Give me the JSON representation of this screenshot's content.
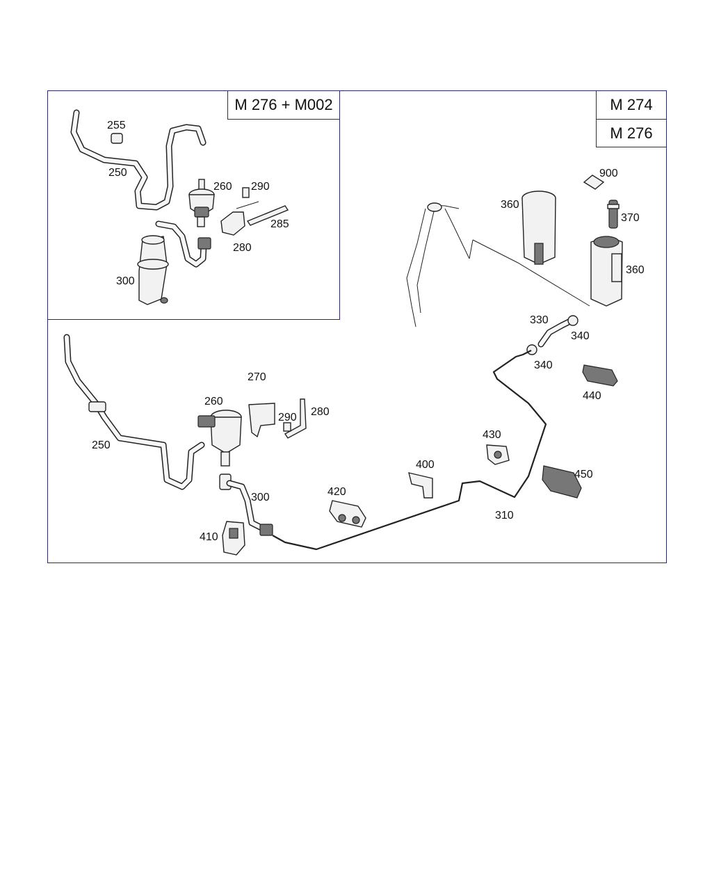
{
  "inset": {
    "variant_label": "M 276 + M002"
  },
  "variants": [
    "M 274",
    "M 276"
  ],
  "callouts": {
    "inset_255": "255",
    "inset_250": "250",
    "inset_260": "260",
    "inset_290": "290",
    "inset_285": "285",
    "inset_280": "280",
    "inset_300": "300",
    "main_900": "900",
    "main_360_top": "360",
    "main_370": "370",
    "main_360_right": "360",
    "main_330": "330",
    "main_340_a": "340",
    "main_340_b": "340",
    "main_440": "440",
    "main_270": "270",
    "main_260": "260",
    "main_280": "280",
    "main_290": "290",
    "main_250": "250",
    "main_430": "430",
    "main_400": "400",
    "main_450": "450",
    "main_420": "420",
    "main_310": "310",
    "main_300": "300",
    "main_410": "410"
  }
}
